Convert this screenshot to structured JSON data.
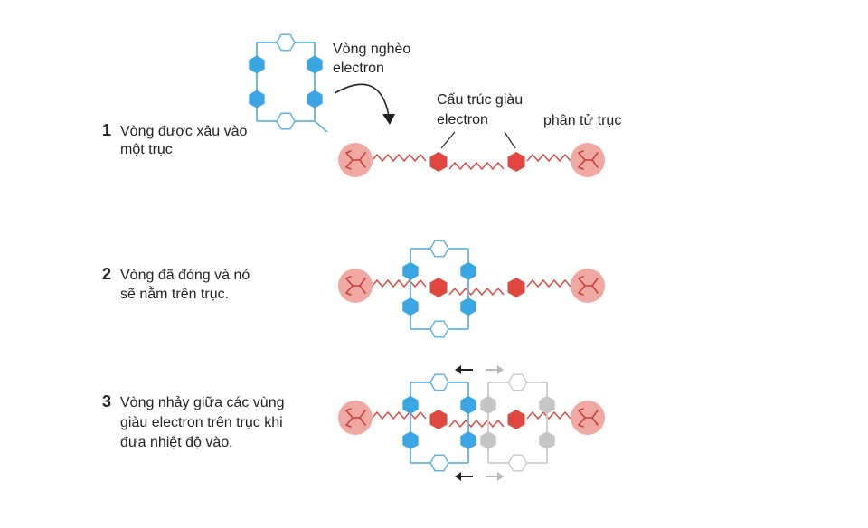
{
  "colors": {
    "blue": "#3aa7e2",
    "blue_line": "#5fb6e2",
    "red": "#e0473f",
    "red_light": "#f0a8a3",
    "stopper_mark": "#c9403a",
    "gray": "#c6c6c6",
    "gray_line": "#cdcdcd",
    "arrow_dark": "#222222",
    "arrow_light": "#b8b8b8"
  },
  "labels": {
    "ring_electron_poor": [
      "Vòng nghèo",
      "electron"
    ],
    "electron_rich_structure": [
      "Cấu trúc giàu",
      "electron"
    ],
    "axle_molecule": "phân tử trục"
  },
  "steps": [
    {
      "number": "1",
      "lines": [
        "Vòng được xâu vào",
        "một trục"
      ]
    },
    {
      "number": "2",
      "lines": [
        "Vòng đã đóng và nó",
        "sẽ nằm trên trục."
      ]
    },
    {
      "number": "3",
      "lines": [
        "Vòng nhảy giữa các vùng",
        "giàu electron trên trục khi",
        "đưa nhiệt độ vào."
      ]
    }
  ],
  "icons": {
    "stopper": "stopper-icon",
    "electron_rich_station": "red-hexagon-icon",
    "blue_unit": "blue-hexagon-icon",
    "open_unit": "open-hexagon-icon",
    "curved_arrow": "curved-arrow-icon",
    "direction_arrows": [
      "arrow-left-icon",
      "arrow-right-icon"
    ]
  }
}
